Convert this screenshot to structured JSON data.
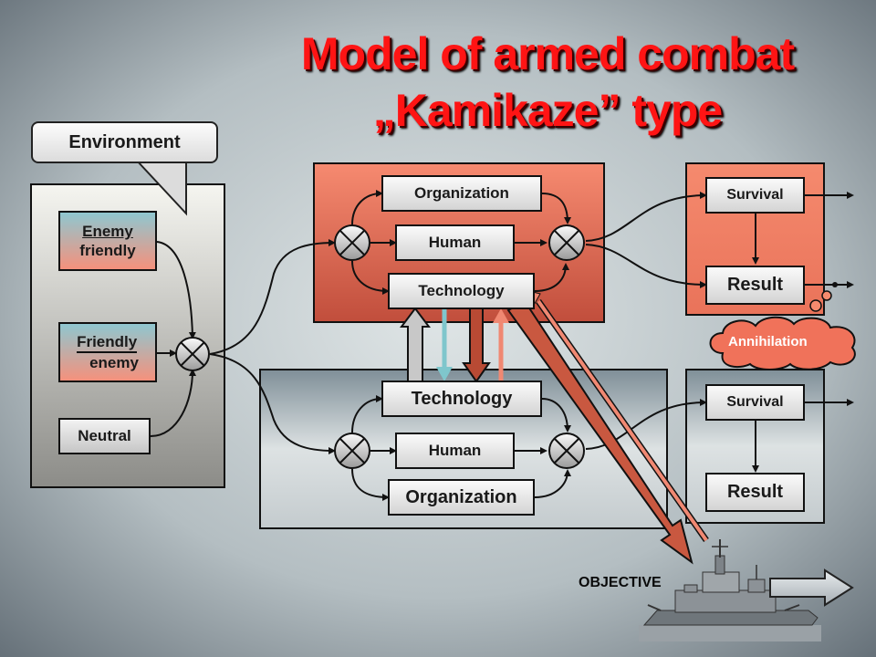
{
  "title": {
    "line1": "Model of armed combat",
    "line2": "„Kamikaze” type"
  },
  "environment": {
    "callout": "Environment",
    "enemy_friendly": {
      "line1": "Enemy",
      "line2": "friendly"
    },
    "friendly_enemy": {
      "line1": "Friendly",
      "line2": "enemy"
    },
    "neutral": "Neutral"
  },
  "top_system": {
    "organization": "Organization",
    "human": "Human",
    "technology": "Technology"
  },
  "bottom_system": {
    "technology": "Technology",
    "human": "Human",
    "organization": "Organization"
  },
  "top_result": {
    "survival": "Survival",
    "result": "Result"
  },
  "bottom_result": {
    "survival": "Survival",
    "result": "Result"
  },
  "annihilation": "Annihilation",
  "objective": "OBJECTIVE",
  "colors": {
    "background_light": "#dde3e4",
    "background_dark": "#55606a",
    "salmon": "#f5856c",
    "title_red": "#ff1414",
    "teal": "#7fc6cc",
    "dark_red": "#b84a34"
  }
}
